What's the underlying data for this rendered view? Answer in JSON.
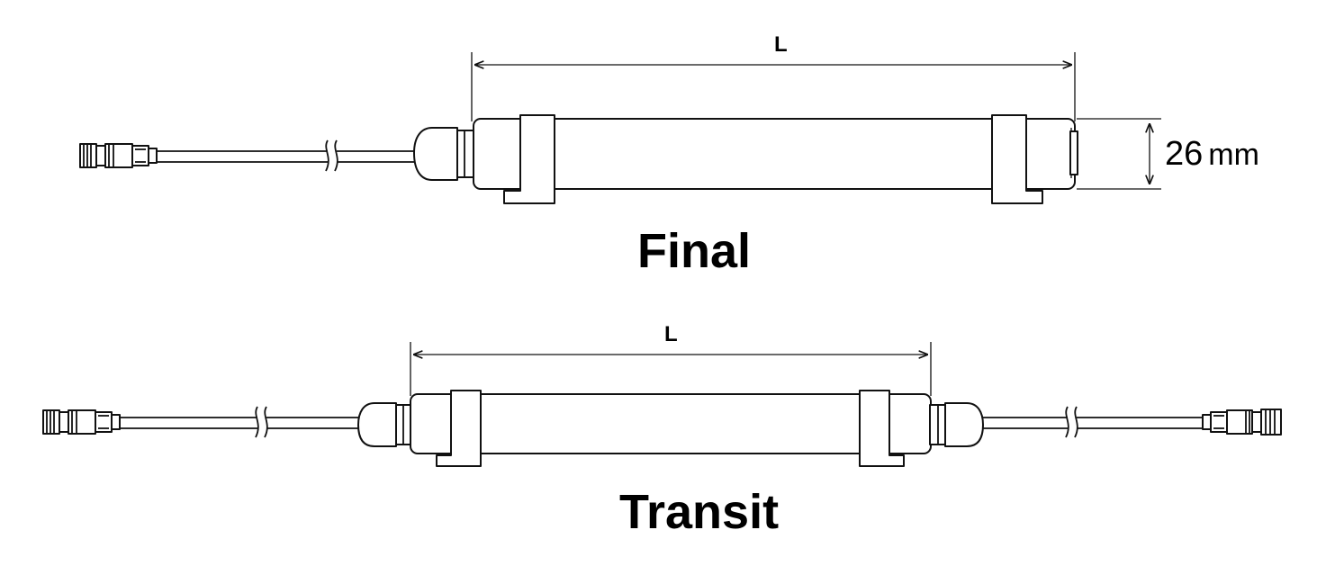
{
  "final": {
    "title": "Final",
    "length_label": "L",
    "diameter_value": "26",
    "diameter_unit": "mm"
  },
  "transit": {
    "title": "Transit",
    "length_label": "L"
  }
}
